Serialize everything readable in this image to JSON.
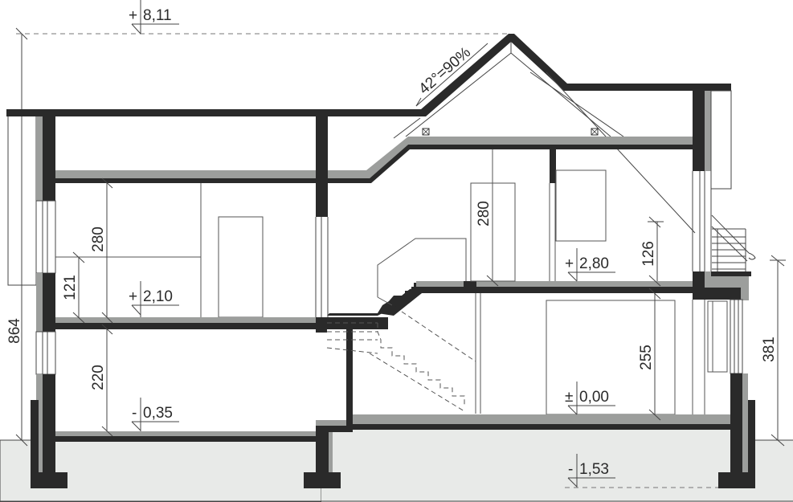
{
  "drawing": {
    "type": "building cross-section",
    "roof_pitch_label": "42°=90%",
    "elevations": {
      "ridge": "8,11",
      "ridge_sign": "+",
      "upper_floor_left": "2,10",
      "upper_floor_left_sign": "+",
      "upper_floor_right": "2,80",
      "upper_floor_right_sign": "+",
      "ground_floor_right": "0,00",
      "ground_floor_right_sign": "±",
      "lower_floor_left": "0,35",
      "lower_floor_left_sign": "-",
      "foundation": "1,53",
      "foundation_sign": "-"
    },
    "dimensions": {
      "total_height": "864",
      "left_upper_room_height": "280",
      "left_window_sill": "121",
      "left_lower_room_height": "220",
      "right_upper_room_height": "280",
      "right_railing_height": "126",
      "right_ground_room_height": "255",
      "right_exterior_height": "381"
    },
    "colors": {
      "structure": "#2a2a2a",
      "insulation": "#9c9e9c",
      "ground": "#e8eae8",
      "line": "#3a3a3a"
    }
  }
}
